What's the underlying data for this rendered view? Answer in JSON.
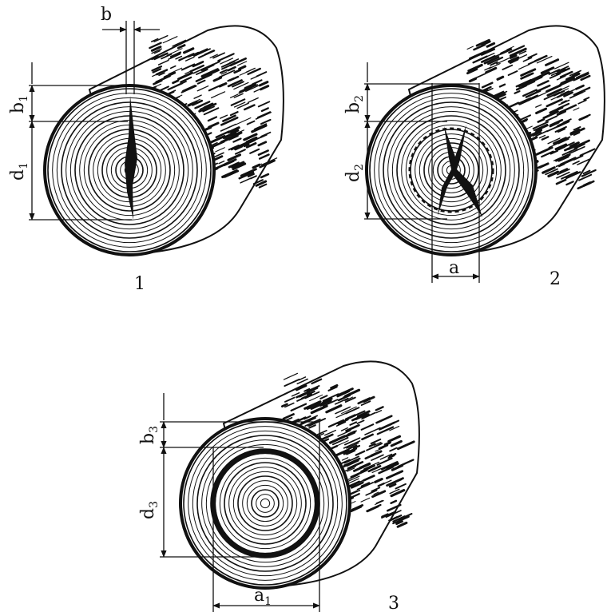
{
  "figures": [
    {
      "caption": "1",
      "dims": {
        "b": [
          "b",
          ""
        ],
        "b_side": [
          "b",
          "1"
        ],
        "d_side": [
          "d",
          "1"
        ]
      }
    },
    {
      "caption": "2",
      "dims": {
        "a": [
          "a",
          ""
        ],
        "b_side": [
          "b",
          "2"
        ],
        "d_side": [
          "d",
          "2"
        ]
      }
    },
    {
      "caption": "3",
      "dims": {
        "a": [
          "a",
          "1"
        ],
        "b_side": [
          "b",
          "3"
        ],
        "d_side": [
          "d",
          "3"
        ]
      }
    }
  ],
  "colors": {
    "ink": "#111111",
    "paper": "#ffffff"
  }
}
